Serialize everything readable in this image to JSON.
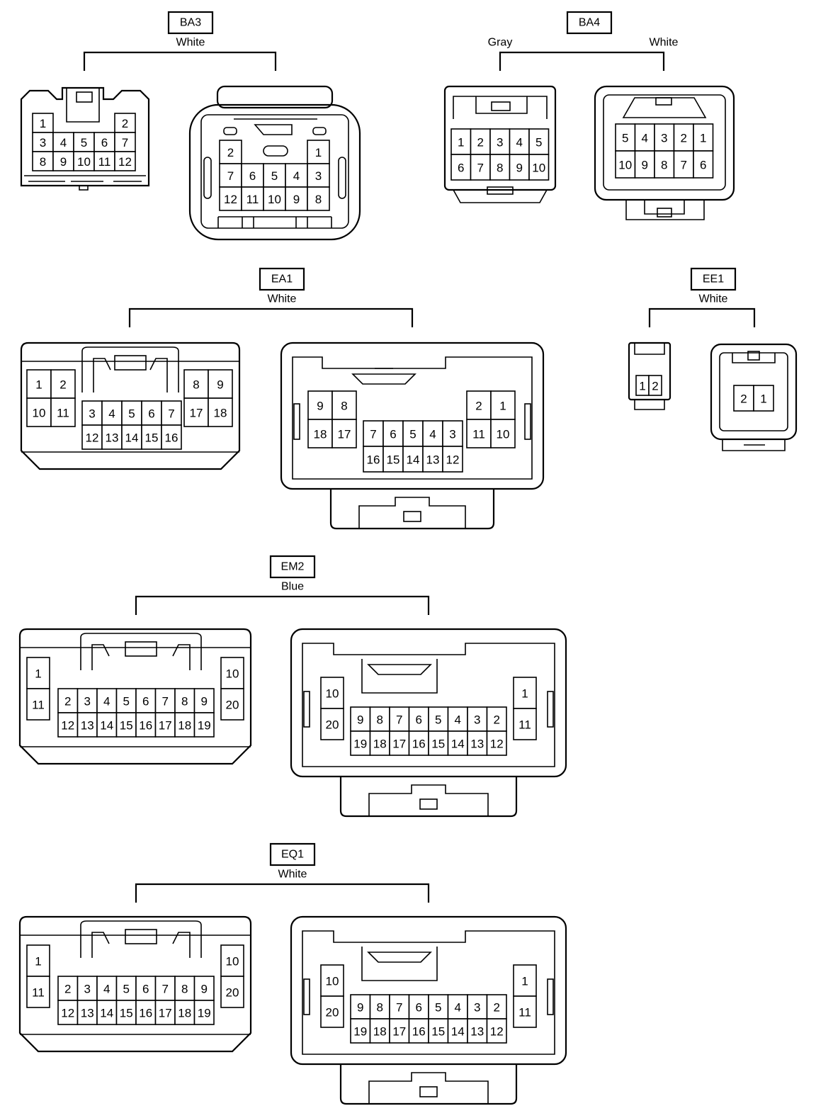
{
  "connectors": [
    {
      "id": "BA3",
      "colors": [
        "White"
      ],
      "views": [
        {
          "key": "ba3-left",
          "shape": "small",
          "pins": [
            [
              "1",
              "",
              "",
              "",
              "2"
            ],
            [
              "3",
              "4",
              "5",
              "6",
              "7"
            ],
            [
              "8",
              "9",
              "10",
              "11",
              "12"
            ]
          ]
        },
        {
          "key": "ba3-right",
          "shape": "round",
          "pins": [
            [
              "2",
              "",
              "",
              "",
              "1"
            ],
            [
              "7",
              "6",
              "5",
              "4",
              "3"
            ],
            [
              "12",
              "11",
              "10",
              "9",
              "8"
            ]
          ]
        }
      ]
    },
    {
      "id": "BA4",
      "colors": [
        "Gray",
        "White"
      ],
      "views": [
        {
          "key": "ba4-left",
          "shape": "small",
          "pins": [
            [
              "1",
              "2",
              "3",
              "4",
              "5"
            ],
            [
              "6",
              "7",
              "8",
              "9",
              "10"
            ]
          ]
        },
        {
          "key": "ba4-right",
          "shape": "round",
          "pins": [
            [
              "5",
              "4",
              "3",
              "2",
              "1"
            ],
            [
              "10",
              "9",
              "8",
              "7",
              "6"
            ]
          ]
        }
      ]
    },
    {
      "id": "EA1",
      "colors": [
        "White"
      ],
      "views": [
        {
          "key": "ea1-left",
          "shape": "wide",
          "pins": {
            "left": [
              [
                "1",
                "2"
              ],
              [
                "10",
                "11"
              ]
            ],
            "center": [
              [
                "3",
                "4",
                "5",
                "6",
                "7"
              ],
              [
                "12",
                "13",
                "14",
                "15",
                "16"
              ]
            ],
            "right": [
              [
                "8",
                "9"
              ],
              [
                "17",
                "18"
              ]
            ]
          }
        },
        {
          "key": "ea1-right",
          "shape": "wide-housing",
          "pins": {
            "left": [
              [
                "9",
                "8"
              ],
              [
                "18",
                "17"
              ]
            ],
            "center": [
              [
                "7",
                "6",
                "5",
                "4",
                "3"
              ],
              [
                "16",
                "15",
                "14",
                "13",
                "12"
              ]
            ],
            "right": [
              [
                "2",
                "1"
              ],
              [
                "11",
                "10"
              ]
            ]
          }
        }
      ]
    },
    {
      "id": "EE1",
      "colors": [
        "White"
      ],
      "views": [
        {
          "key": "ee1-left",
          "shape": "tiny",
          "pins": [
            [
              "1",
              "2"
            ]
          ]
        },
        {
          "key": "ee1-right",
          "shape": "tiny-housing",
          "pins": [
            [
              "2",
              "1"
            ]
          ]
        }
      ]
    },
    {
      "id": "EM2",
      "colors": [
        "Blue"
      ],
      "views": [
        {
          "key": "em2-left",
          "shape": "wide",
          "pins": {
            "left": [
              [
                "1"
              ],
              [
                "11"
              ]
            ],
            "center": [
              [
                "2",
                "3",
                "4",
                "5",
                "6",
                "7",
                "8",
                "9"
              ],
              [
                "12",
                "13",
                "14",
                "15",
                "16",
                "17",
                "18",
                "19"
              ]
            ],
            "right": [
              [
                "10"
              ],
              [
                "20"
              ]
            ]
          }
        },
        {
          "key": "em2-right",
          "shape": "wide-housing",
          "pins": {
            "left": [
              [
                "10"
              ],
              [
                "20"
              ]
            ],
            "center": [
              [
                "9",
                "8",
                "7",
                "6",
                "5",
                "4",
                "3",
                "2"
              ],
              [
                "19",
                "18",
                "17",
                "16",
                "15",
                "14",
                "13",
                "12"
              ]
            ],
            "right": [
              [
                "1"
              ],
              [
                "11"
              ]
            ]
          }
        }
      ]
    },
    {
      "id": "EQ1",
      "colors": [
        "White"
      ],
      "views": [
        {
          "key": "eq1-left",
          "shape": "wide",
          "pins": {
            "left": [
              [
                "1"
              ],
              [
                "11"
              ]
            ],
            "center": [
              [
                "2",
                "3",
                "4",
                "5",
                "6",
                "7",
                "8",
                "9"
              ],
              [
                "12",
                "13",
                "14",
                "15",
                "16",
                "17",
                "18",
                "19"
              ]
            ],
            "right": [
              [
                "10"
              ],
              [
                "20"
              ]
            ]
          }
        },
        {
          "key": "eq1-right",
          "shape": "wide-housing",
          "pins": {
            "left": [
              [
                "10"
              ],
              [
                "20"
              ]
            ],
            "center": [
              [
                "9",
                "8",
                "7",
                "6",
                "5",
                "4",
                "3",
                "2"
              ],
              [
                "19",
                "18",
                "17",
                "16",
                "15",
                "14",
                "13",
                "12"
              ]
            ],
            "right": [
              [
                "1"
              ],
              [
                "11"
              ]
            ]
          }
        }
      ]
    }
  ]
}
